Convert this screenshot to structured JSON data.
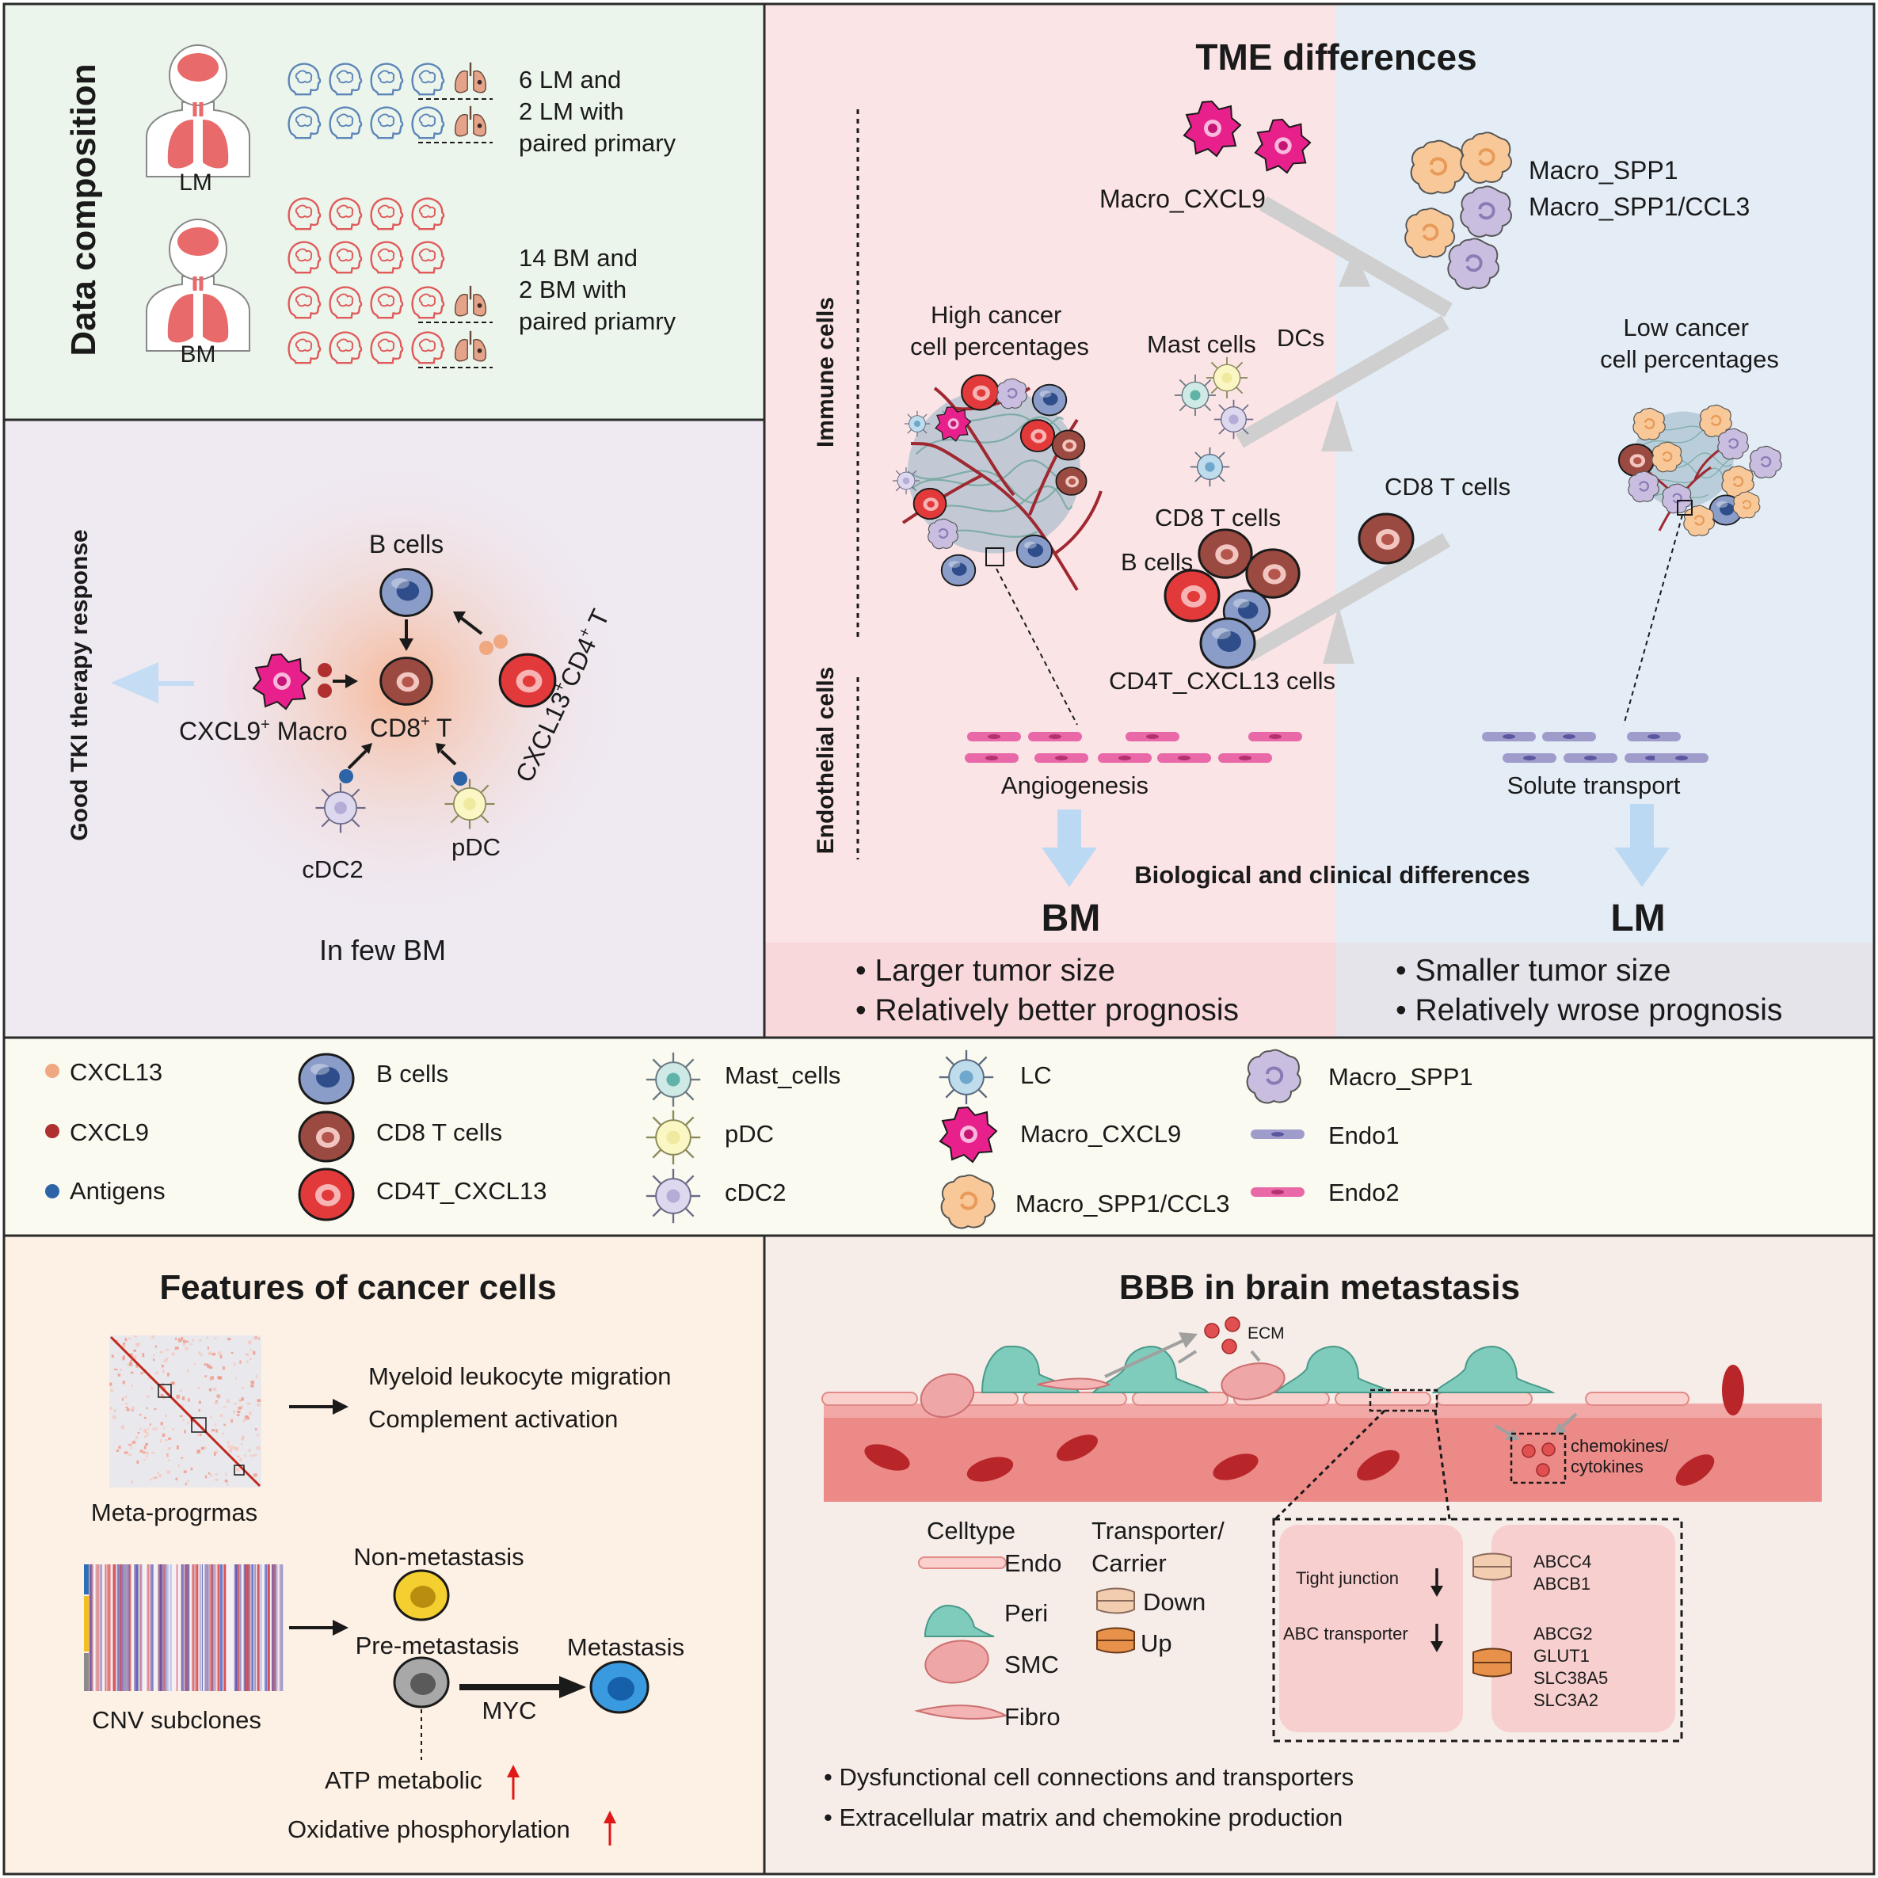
{
  "colors": {
    "panel_data": "#ecf5ec",
    "panel_tki": "#efe9f2",
    "panel_bm": "#fbe4e6",
    "panel_lm": "#e4edf6",
    "panel_legend": "#fbfaf0",
    "panel_features": "#fdf0e4",
    "panel_bbb": "#f6ece8",
    "cell_b": "#8a9cc8",
    "cell_cd8": "#9a4a40",
    "cell_cd4": "#e23a3a",
    "macro_cxcl9": "#e8208c",
    "macro_spp1": "#c9bde0",
    "macro_spp1_ccl3": "#f8c898",
    "mast": "#cfeae6",
    "pdc": "#fbf7c5",
    "cdc2": "#ddd8ee",
    "lc": "#bfdcec",
    "endo1": "#9f9ccc",
    "endo2": "#e868a8",
    "vessel": "#ec8a88",
    "rbc": "#b8262a"
  },
  "data_composition": {
    "title": "Data composition",
    "lm_label": "LM",
    "bm_label": "BM",
    "lm_text": [
      "6 LM and",
      "2 LM with",
      "paired primary"
    ],
    "bm_text": [
      "14 BM and",
      "2 BM with",
      "paired priamry"
    ]
  },
  "tki": {
    "side_label": "Good TKI therapy response",
    "b_cells": "B cells",
    "cd8": "CD8",
    "cd8_sup": "+",
    "cd8_tail": " T",
    "macro_pre": "CXCL9",
    "macro_sup": "+",
    "macro_tail": " Macro",
    "cd4_a": "CXCL13",
    "cd4_sup1": "+",
    "cd4_b": "CD4",
    "cd4_sup2": "+",
    "cd4_c": " T",
    "cdc2": "cDC2",
    "pdc": "pDC",
    "caption": "In few BM"
  },
  "tme": {
    "title": "TME differences",
    "immune_label": "Immune cells",
    "endothelial_label": "Endothelial cells",
    "macro_cxcl9": "Macro_CXCL9",
    "macro_spp1": "Macro_SPP1",
    "macro_spp1_ccl3": "Macro_SPP1/CCL3",
    "high_cancer": [
      "High cancer",
      "cell percentages"
    ],
    "low_cancer": [
      "Low cancer",
      "cell percentages"
    ],
    "mast_cells": "Mast cells",
    "dcs": "DCs",
    "cd8_left": "CD8 T cells",
    "cd8_right": "CD8 T cells",
    "b_cells": "B cells",
    "cd4t": "CD4T_CXCL13 cells",
    "angiogenesis": "Angiogenesis",
    "solute": "Solute transport",
    "bio_diff": "Biological and clinical differences",
    "bm": "BM",
    "lm": "LM",
    "bm_points": [
      "• Larger tumor size",
      "• Relatively better prognosis"
    ],
    "lm_points": [
      "• Smaller tumor size",
      "• Relatively wrose prognosis"
    ]
  },
  "legend": {
    "cxcl13": "CXCL13",
    "cxcl9": "CXCL9",
    "antigens": "Antigens",
    "b_cells": "B cells",
    "cd8": "CD8 T cells",
    "cd4": "CD4T_CXCL13",
    "mast": "Mast_cells",
    "pdc": "pDC",
    "cdc2": "cDC2",
    "lc": "LC",
    "macro_cxcl9": "Macro_CXCL9",
    "macro_spp1_ccl3": "Macro_SPP1/CCL3",
    "macro_spp1": "Macro_SPP1",
    "endo1": "Endo1",
    "endo2": "Endo2"
  },
  "features": {
    "title": "Features of cancer cells",
    "meta": "Meta-progrmas",
    "myeloid": "Myeloid leukocyte migration",
    "complement": "Complement activation",
    "cnv": "CNV subclones",
    "non_met": "Non-metastasis",
    "pre_met": "Pre-metastasis",
    "met": "Metastasis",
    "myc": "MYC",
    "atp": "ATP metabolic",
    "oxphos": "Oxidative phosphorylation"
  },
  "bbb": {
    "title": "BBB in brain metastasis",
    "ecm": "ECM",
    "chemokines": [
      "chemokines/",
      "cytokines"
    ],
    "celltype": "Celltype",
    "endo": "Endo",
    "peri": "Peri",
    "smc": "SMC",
    "fibro": "Fibro",
    "transporter": [
      "Transporter/",
      "Carrier"
    ],
    "down": "Down",
    "up": "Up",
    "tight": "Tight junction",
    "abc": "ABC transporter",
    "down_genes": [
      "ABCC4",
      "ABCB1"
    ],
    "up_genes": [
      "ABCG2",
      "GLUT1",
      "SLC38A5",
      "SLC3A2"
    ],
    "points": [
      "• Dysfunctional cell connections and transporters",
      "• Extracellular matrix and chemokine production"
    ]
  }
}
